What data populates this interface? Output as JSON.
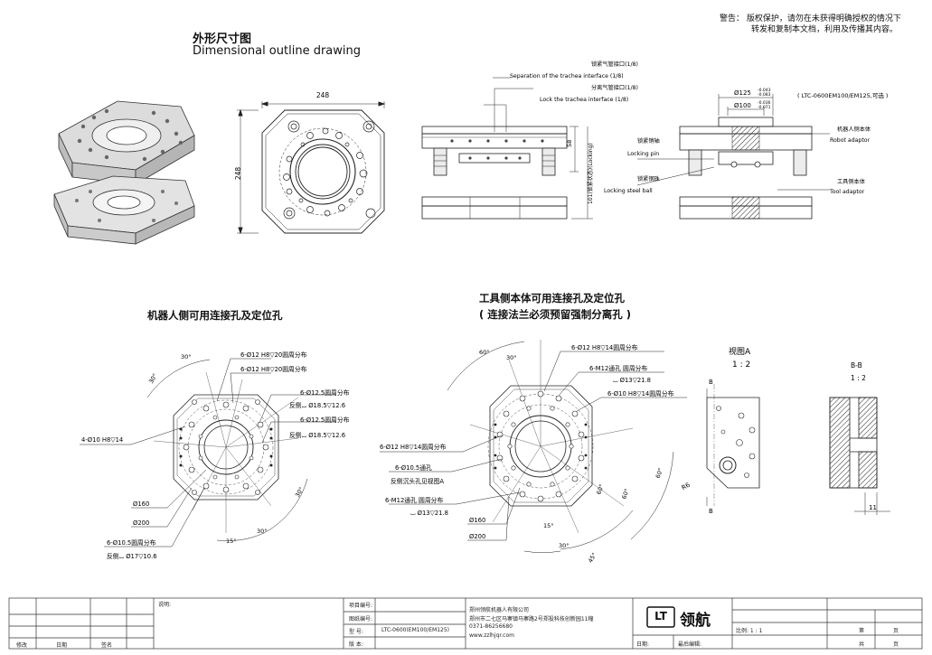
{
  "notice": {
    "line1": "警告：  版权保护，请勿在未获得明确授权的情况下",
    "line2": "转发和复制本文档，利用及传播其内容。"
  },
  "section_outline": {
    "title_cn": "外形尺寸图",
    "title_en": "Dimensional outline drawing"
  },
  "top_view": {
    "dim_width": "248",
    "dim_height": "248"
  },
  "side_view": {
    "label_lock_port_cn": "锁紧气管接口(1/8)",
    "label_separation_en": "Separation of the trachea interface (1/8)",
    "label_sep_port_cn": "分离气管接口(1/8)",
    "label_lock_en": "Lock the trachea interface (1/8)",
    "dim_58": "58",
    "dim_101": "101(锁紧状态)(Locking)",
    "label_pin_cn": "锁紧销轴",
    "label_pin_en": "Locking pin",
    "label_ball_cn": "锁紧钢珠",
    "label_ball_en": "Locking steel ball"
  },
  "section_view": {
    "dim_125": "Ø125",
    "tol_125_upper": "-0.043",
    "tol_125_lower": "-0.083",
    "dim_100": "Ø100",
    "tol_100_upper": "-0.036",
    "tol_100_lower": "-0.071",
    "model_note": "( LTC-0600EM100/EM125,可选 )",
    "label_robot_cn": "机器人侧本体",
    "label_robot_en": "Robot adaptor",
    "label_tool_cn": "工具侧本体",
    "label_tool_en": "Tool adaptor"
  },
  "robot_side": {
    "title": "机器人侧可用连接孔及定位孔",
    "ann1": "6-Ø12 H8▽20圆周分布",
    "ann2": "6-Ø12 H8▽20圆周分布",
    "ann3": "6-Ø12.5圆周分布",
    "ann3b": "反侧⌴ Ø18.5▽12.6",
    "ann4": "6-Ø12.5圆周分布",
    "ann4b": "反侧⌴ Ø18.5▽12.6",
    "ann5": "4-Ø10 H8▽14",
    "ann6": "Ø160",
    "ann7": "Ø200",
    "ann8": "6-Ø10.5圆周分布",
    "ann8b": "反侧⌴ Ø17▽10.6",
    "angle_30a": "30°",
    "angle_30b": "30°",
    "angle_30c": "30°",
    "angle_30d": "30°",
    "angle_15": "15°"
  },
  "tool_side": {
    "title": "工具侧本体可用连接孔及定位孔",
    "subtitle": "( 连接法兰必须预留强制分离孔 )",
    "ann1": "6-Ø12 H8▽14圆周分布",
    "ann2": "6-M12通孔 圆周分布",
    "ann2b": "⌴ Ø13▽21.8",
    "ann3": "6-Ø10 H8▽14圆周分布",
    "ann4": "6-Ø12 H8▽14圆周分布",
    "ann5": "6-Ø10.5通孔",
    "ann5b": "反侧沉头孔见视图A",
    "ann6": "6-M12通孔 圆周分布",
    "ann6b": "⌴ Ø13▽21.8",
    "ann7": "Ø160",
    "ann8": "Ø200",
    "angle_60a": "60°",
    "angle_30": "30°",
    "angle_60b": "60°",
    "angle_60c": "60°",
    "angle_60d": "60°",
    "angle_15": "15°",
    "angle_30b": "30°",
    "angle_45": "45°"
  },
  "view_a": {
    "title": "视图A",
    "scale": "1 : 2",
    "label_b_top": "B",
    "label_b_bottom": "B",
    "dim_r": "R6"
  },
  "view_bb": {
    "title": "B-B",
    "scale": "1 : 2",
    "dim_11": "11"
  },
  "title_block": {
    "notes_label": "说明:",
    "project_label": "项目编号:",
    "drawing_label": "图纸编号:",
    "model_label": "型    号:",
    "model_value": "LTC-0600(EM100/EM125)",
    "series_label": "版    本:",
    "company_name": "郑州领航机器人有限公司",
    "company_addr": "郑州市二七区马寨镇马寨路2号郑投科技创新园11幢",
    "company_phone": "0371-86256680",
    "company_web": "www.zzlhjqr.com",
    "logo_mark": "LT",
    "logo_text": "领航",
    "date_label": "日期:",
    "approve_label": "最后编辑:",
    "scale_label": "比例: 1 : 1",
    "page_label": "第",
    "page_unit": "页",
    "total_label": "共",
    "total_unit": "页",
    "rev_col1": "修改",
    "rev_col2": "日期",
    "rev_col3": "签名"
  }
}
